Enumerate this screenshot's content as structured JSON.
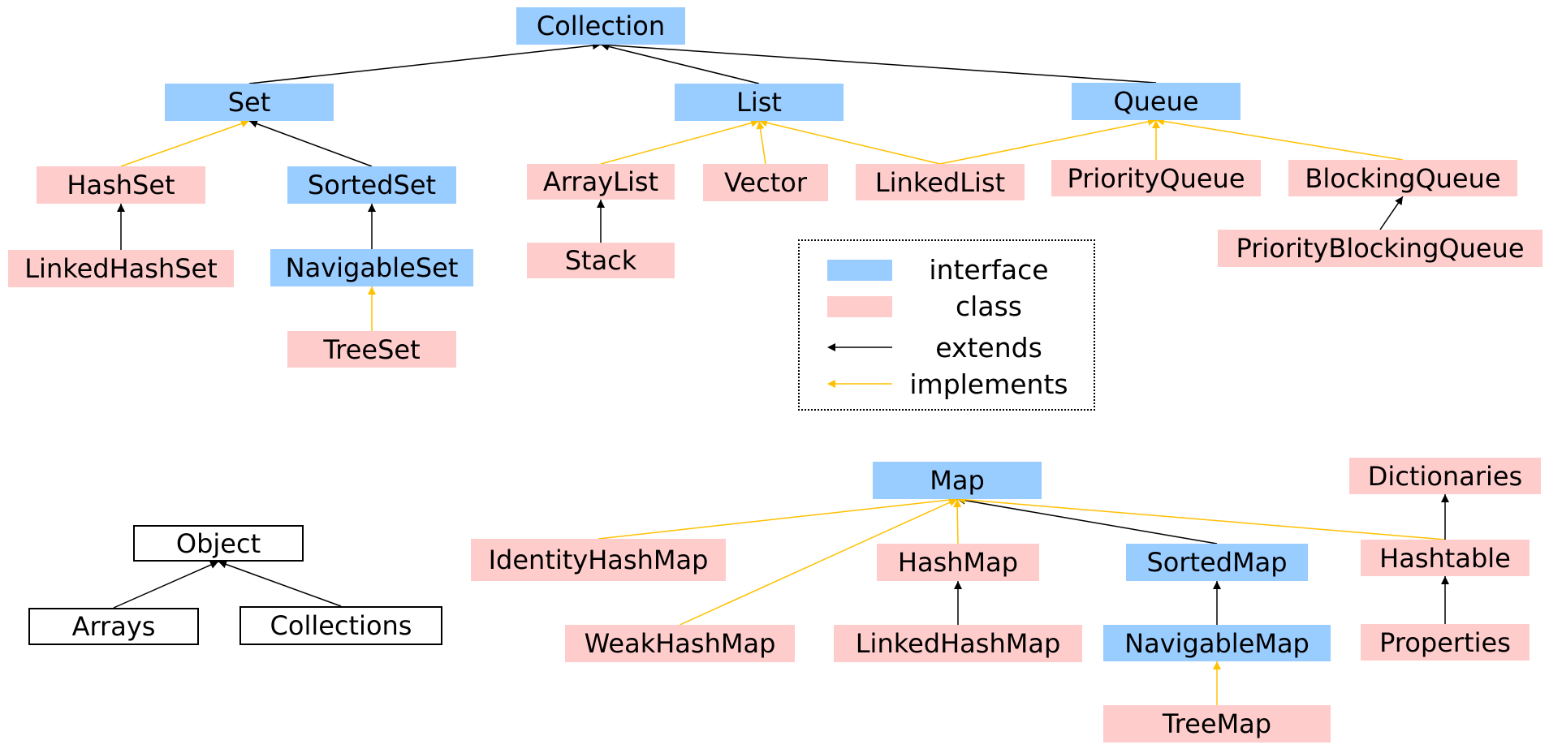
{
  "colors": {
    "interface": "#99ccff",
    "class": "#ffcccc",
    "extends": "#000000",
    "implements": "#ffc000"
  },
  "nodes": {
    "collection": "Collection",
    "set": "Set",
    "list": "List",
    "queue": "Queue",
    "hashset": "HashSet",
    "sortedset": "SortedSet",
    "linkedhashset": "LinkedHashSet",
    "navigableset": "NavigableSet",
    "treeset": "TreeSet",
    "arraylist": "ArrayList",
    "vector": "Vector",
    "linkedlist": "LinkedList",
    "stack": "Stack",
    "priorityqueue": "PriorityQueue",
    "blockingqueue": "BlockingQueue",
    "priorityblockingqueue": "PriorityBlockingQueue",
    "map": "Map",
    "dictionaries": "Dictionaries",
    "identityhashmap": "IdentityHashMap",
    "hashmap": "HashMap",
    "sortedmap": "SortedMap",
    "hashtable": "Hashtable",
    "weakhashmap": "WeakHashMap",
    "linkedhashmap": "LinkedHashMap",
    "navigablemap": "NavigableMap",
    "properties": "Properties",
    "treemap": "TreeMap",
    "object": "Object",
    "arrays": "Arrays",
    "collections": "Collections"
  },
  "legend": {
    "interface": "interface",
    "class": "class",
    "extends": "extends",
    "implements": "implements"
  },
  "edges": [
    {
      "from": "set",
      "to": "collection",
      "kind": "extends"
    },
    {
      "from": "list",
      "to": "collection",
      "kind": "extends"
    },
    {
      "from": "queue",
      "to": "collection",
      "kind": "extends"
    },
    {
      "from": "hashset",
      "to": "set",
      "kind": "implements"
    },
    {
      "from": "sortedset",
      "to": "set",
      "kind": "extends"
    },
    {
      "from": "linkedhashset",
      "to": "hashset",
      "kind": "extends"
    },
    {
      "from": "navigableset",
      "to": "sortedset",
      "kind": "extends"
    },
    {
      "from": "treeset",
      "to": "navigableset",
      "kind": "implements"
    },
    {
      "from": "arraylist",
      "to": "list",
      "kind": "implements"
    },
    {
      "from": "vector",
      "to": "list",
      "kind": "implements"
    },
    {
      "from": "linkedlist",
      "to": "list",
      "kind": "implements"
    },
    {
      "from": "stack",
      "to": "arraylist",
      "kind": "extends"
    },
    {
      "from": "linkedlist",
      "to": "queue",
      "kind": "implements"
    },
    {
      "from": "priorityqueue",
      "to": "queue",
      "kind": "implements"
    },
    {
      "from": "blockingqueue",
      "to": "queue",
      "kind": "implements"
    },
    {
      "from": "priorityblockingqueue",
      "to": "blockingqueue",
      "kind": "extends"
    },
    {
      "from": "identityhashmap",
      "to": "map",
      "kind": "implements"
    },
    {
      "from": "weakhashmap",
      "to": "map",
      "kind": "implements"
    },
    {
      "from": "hashmap",
      "to": "map",
      "kind": "implements"
    },
    {
      "from": "sortedmap",
      "to": "map",
      "kind": "extends"
    },
    {
      "from": "hashtable",
      "to": "map",
      "kind": "implements"
    },
    {
      "from": "hashtable",
      "to": "dictionaries",
      "kind": "extends"
    },
    {
      "from": "linkedhashmap",
      "to": "hashmap",
      "kind": "extends"
    },
    {
      "from": "navigablemap",
      "to": "sortedmap",
      "kind": "extends"
    },
    {
      "from": "treemap",
      "to": "navigablemap",
      "kind": "implements"
    },
    {
      "from": "properties",
      "to": "hashtable",
      "kind": "extends"
    },
    {
      "from": "arrays",
      "to": "object",
      "kind": "extends"
    },
    {
      "from": "collections",
      "to": "object",
      "kind": "extends"
    }
  ]
}
